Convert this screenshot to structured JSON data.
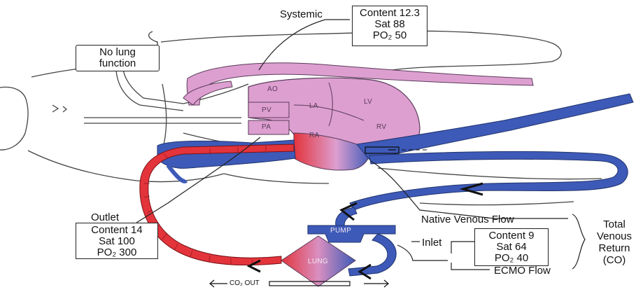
{
  "labels": {
    "systemic": "Systemic",
    "no_lung_function_line1": "No lung",
    "no_lung_function_line2": "function",
    "outlet": "Outlet",
    "native_venous_flow": "Native Venous Flow",
    "inlet": "Inlet",
    "ecmo_flow": "ECMO Flow",
    "total_venous_return_line1": "Total",
    "total_venous_return_line2": "Venous",
    "total_venous_return_line3": "Return",
    "total_venous_return_line4": "(CO)",
    "co2_out": "CO₂ OUT"
  },
  "structures": {
    "ao": "AO",
    "la": "LA",
    "lv": "LV",
    "pv": "PV",
    "pa": "PA",
    "ra": "RA",
    "rv": "RV",
    "pump": "PUMP",
    "lung": "LUNG"
  },
  "boxes": {
    "systemic": {
      "content": "Content 12.3",
      "sat": "Sat 88",
      "po2": "PO₂ 50"
    },
    "outlet": {
      "content": "Content 14",
      "sat": "Sat 100",
      "po2": "PO₂ 300"
    },
    "inlet": {
      "content": "Content 9",
      "sat": "Sat 64",
      "po2": "PO₂ 40"
    }
  },
  "colors": {
    "oxygenated": "#e3343c",
    "deoxygenated": "#3d5ab8",
    "mixed": "#dd9fd0",
    "outline": "#2a2a2a"
  }
}
